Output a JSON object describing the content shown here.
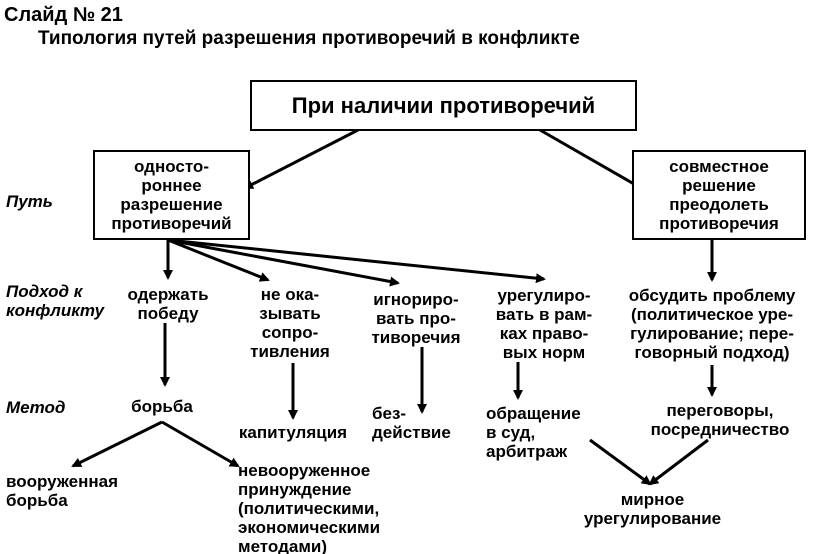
{
  "slide_label": "Слайд № 21",
  "title": "Типология путей разрешения противоречий в конфликте",
  "rows": {
    "path": "Путь",
    "approach": "Подход к\nконфликту",
    "method": "Метод"
  },
  "top_box": "При наличии противоречий",
  "path_left": "односто-\nроннее\nразрешение\nпротиворечий",
  "path_right": "совместное\nрешение\nпреодолеть\nпротиворечия",
  "approaches": {
    "win": "одержать\nпобеду",
    "no_resist": "не ока-\nзывать\nсопро-\nтивления",
    "ignore": "игнориро-\nвать про-\nтиворечия",
    "legal": "урегулиро-\nвать в рам-\nках право-\nвых норм",
    "discuss": "обсудить проблему\n(политическое уре-\nгулирование; пере-\nговорный подход)"
  },
  "methods": {
    "struggle": "борьба",
    "capitulation": "капитуляция",
    "inaction": "без-\nдействие",
    "court": "обращение\nв суд,\nарбитраж",
    "negotiation": "переговоры,\nпосредничество"
  },
  "outcomes": {
    "armed": "вооруженная\nборьба",
    "unarmed": "невооруженное\nпринуждение\n(политическими,\nэкономическими\nметодами)",
    "peace": "мирное\nурегулирование"
  }
}
